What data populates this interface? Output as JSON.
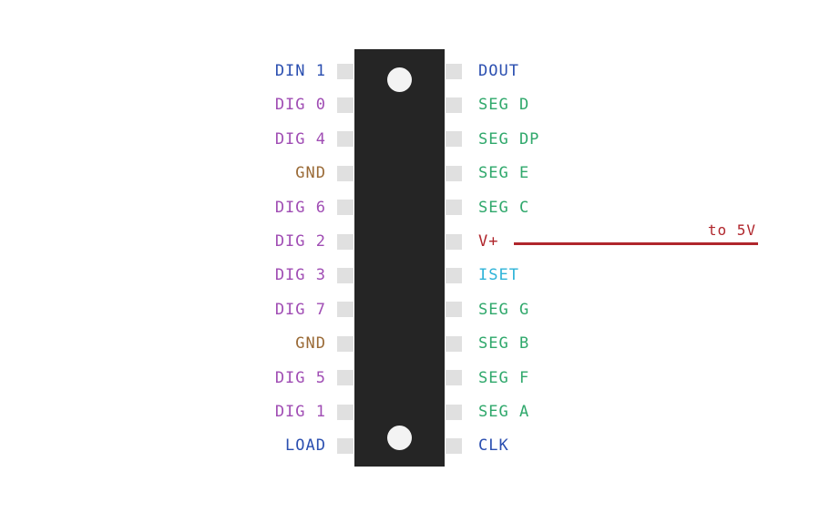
{
  "colors": {
    "data": "#2b4fb0",
    "digit": "#a04db4",
    "ground": "#9a6a36",
    "segment": "#2fa86b",
    "power": "#b0262c",
    "iset": "#2eb3d8"
  },
  "left_pins": [
    {
      "label": "DIN 1",
      "kind": "data"
    },
    {
      "label": "DIG 0",
      "kind": "digit"
    },
    {
      "label": "DIG 4",
      "kind": "digit"
    },
    {
      "label": "GND",
      "kind": "ground"
    },
    {
      "label": "DIG 6",
      "kind": "digit"
    },
    {
      "label": "DIG 2",
      "kind": "digit"
    },
    {
      "label": "DIG 3",
      "kind": "digit"
    },
    {
      "label": "DIG 7",
      "kind": "digit"
    },
    {
      "label": "GND",
      "kind": "ground"
    },
    {
      "label": "DIG 5",
      "kind": "digit"
    },
    {
      "label": "DIG 1",
      "kind": "digit"
    },
    {
      "label": "LOAD",
      "kind": "data"
    }
  ],
  "right_pins": [
    {
      "label": "DOUT",
      "kind": "data"
    },
    {
      "label": "SEG D",
      "kind": "segment"
    },
    {
      "label": "SEG DP",
      "kind": "segment"
    },
    {
      "label": "SEG E",
      "kind": "segment"
    },
    {
      "label": "SEG C",
      "kind": "segment"
    },
    {
      "label": "V+",
      "kind": "power"
    },
    {
      "label": "ISET",
      "kind": "iset"
    },
    {
      "label": "SEG G",
      "kind": "segment"
    },
    {
      "label": "SEG B",
      "kind": "segment"
    },
    {
      "label": "SEG F",
      "kind": "segment"
    },
    {
      "label": "SEG A",
      "kind": "segment"
    },
    {
      "label": "CLK",
      "kind": "data"
    }
  ],
  "wire": {
    "label": "to 5V",
    "kind": "power"
  }
}
